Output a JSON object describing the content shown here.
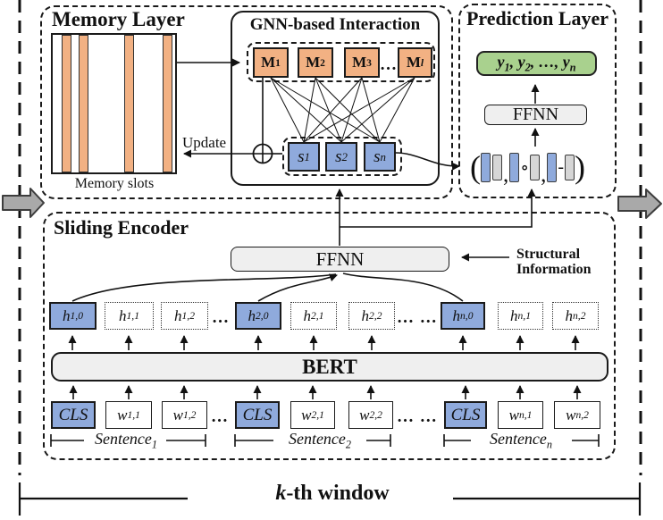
{
  "colors": {
    "orange": "#F2B183",
    "blue": "#8FAADC",
    "green": "#A9D18E",
    "box_gray": "#EFEFEF",
    "bar_gray": "#D6D6D6",
    "window_arrow_gray": "#A9A9A9"
  },
  "memory_layer": {
    "title": "Memory Layer",
    "slots_label": "Memory slots",
    "update_label": "Update"
  },
  "gnn": {
    "title": "GNN-based Interaction",
    "memory_nodes": [
      "M<sub>1</sub>",
      "M<sub>2</sub>",
      "M<sub>3</sub>",
      "M<sub><i>l</i></sub>"
    ],
    "memory_dots": "…",
    "sentence_nodes": [
      "s<sub>1</sub>",
      "s<sub>2</sub>",
      "s<sub>n</sub>"
    ]
  },
  "prediction_layer": {
    "title": "Prediction Layer",
    "output_label": "y<sub>1</sub>, y<sub>2</sub>, …, y<sub>n</sub>",
    "ffnn_label": "FFNN",
    "concat": {
      "open_paren": "(",
      "comma_1": ",",
      "hadamard": "∘",
      "comma_2": ",",
      "minus": "-",
      "close_paren": ")"
    }
  },
  "sliding_encoder": {
    "title": "Sliding Encoder",
    "ffnn_label": "FFNN",
    "structural_label_line1": "Structural",
    "structural_label_line2": "Information",
    "bert_label": "BERT",
    "hidden_nodes": [
      "h<sub>1,0</sub>",
      "h<sub>1,1</sub>",
      "h<sub>1,2</sub>",
      "h<sub>2,0</sub>",
      "h<sub>2,1</sub>",
      "h<sub>2,2</sub>",
      "h<sub>n,0</sub>",
      "h<sub>n,1</sub>",
      "h<sub>n,2</sub>"
    ],
    "hidden_dots_1": "…",
    "hidden_dots_2": "… …",
    "tokens": [
      "CLS",
      "w<sub>1,1</sub>",
      "w<sub>1,2</sub>",
      "CLS",
      "w<sub>2,1</sub>",
      "w<sub>2,2</sub>",
      "CLS",
      "w<sub>n,1</sub>",
      "w<sub>n,2</sub>"
    ],
    "token_dots_1": "…",
    "token_dots_2": "… …",
    "sentences": [
      "Sentence<sub>1</sub>",
      "Sentence<sub>2</sub>",
      "Sentence<sub>n</sub>"
    ]
  },
  "footer": {
    "window_label": "<i>k</i>-th window"
  }
}
